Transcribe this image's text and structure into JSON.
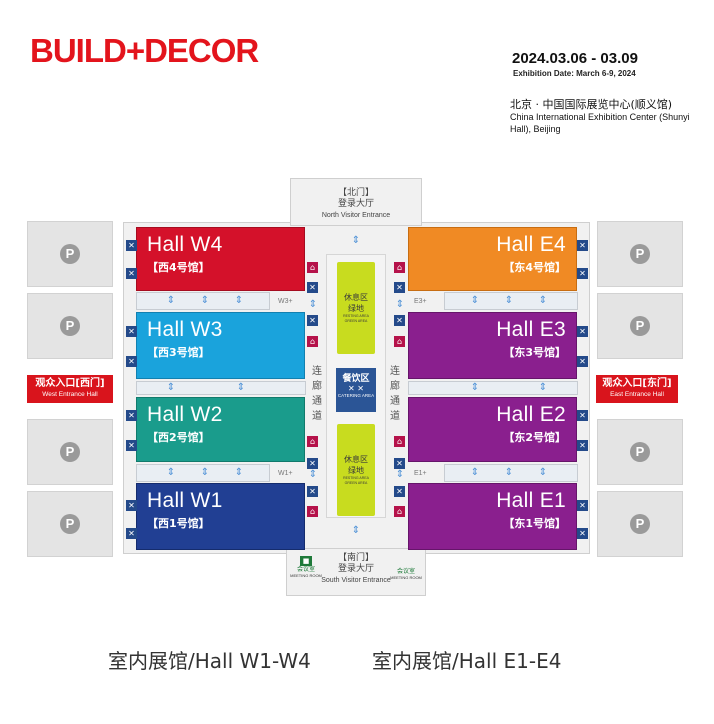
{
  "header": {
    "logo_text": "BUILD+DECOR",
    "date": "2024.03.06 - 03.09",
    "date_en": "Exhibition Date: March 6-9, 2024",
    "venue_cn": "北京 · 中国国际展览中心(顺义馆)",
    "venue_en": "China International Exhibition Center (Shunyi Hall), Beijing"
  },
  "halls": {
    "w4": {
      "name": "Hall W4",
      "cn": "【西4号馆】",
      "color": "#d4112a"
    },
    "w3": {
      "name": "Hall W3",
      "cn": "【西3号馆】",
      "color": "#1aa3dc"
    },
    "w2": {
      "name": "Hall W2",
      "cn": "【西2号馆】",
      "color": "#1a9c8c"
    },
    "w1": {
      "name": "Hall W1",
      "cn": "【西1号馆】",
      "color": "#213f93"
    },
    "e4": {
      "name": "Hall E4",
      "cn": "【东4号馆】",
      "color": "#f08a24"
    },
    "e3": {
      "name": "Hall E3",
      "cn": "【东3号馆】",
      "color": "#8a1f8e"
    },
    "e2": {
      "name": "Hall E2",
      "cn": "【东2号馆】",
      "color": "#8a1f8e"
    },
    "e1": {
      "name": "Hall E1",
      "cn": "【东1号馆】",
      "color": "#8a1f8e"
    }
  },
  "parking_label": "P",
  "north": {
    "cn1": "【北门】",
    "cn2": "登录大厅",
    "en": "North Visitor Entrance"
  },
  "south": {
    "cn1": "【南门】",
    "cn2": "登录大厅",
    "en": "South Visitor Entrance"
  },
  "west_entrance": {
    "cn": "观众入口[西门]",
    "en": "West Entrance Hall"
  },
  "east_entrance": {
    "cn": "观众入口[东门]",
    "en": "East Entrance Hall"
  },
  "rest_area": {
    "cn1": "休息区",
    "cn2": "绿地",
    "en": "RESTING AREA GREEN AREA"
  },
  "catering": {
    "cn": "餐饮区",
    "en": "CATERING AREA"
  },
  "corridor": {
    "c1": "连",
    "c2": "廊",
    "c3": "通",
    "c4": "道"
  },
  "meeting": {
    "cn": "会议室",
    "en": "MEETING ROOM"
  },
  "side_labels": {
    "w3": "W3+",
    "w1": "W1+",
    "e3": "E3+",
    "e1": "E1+"
  },
  "footer": {
    "left": "室内展馆/Hall W1-W4",
    "right": "室内展馆/Hall E1-E4"
  },
  "colors": {
    "accent_red": "#d9141c",
    "green_area": "#c8dc1f"
  }
}
